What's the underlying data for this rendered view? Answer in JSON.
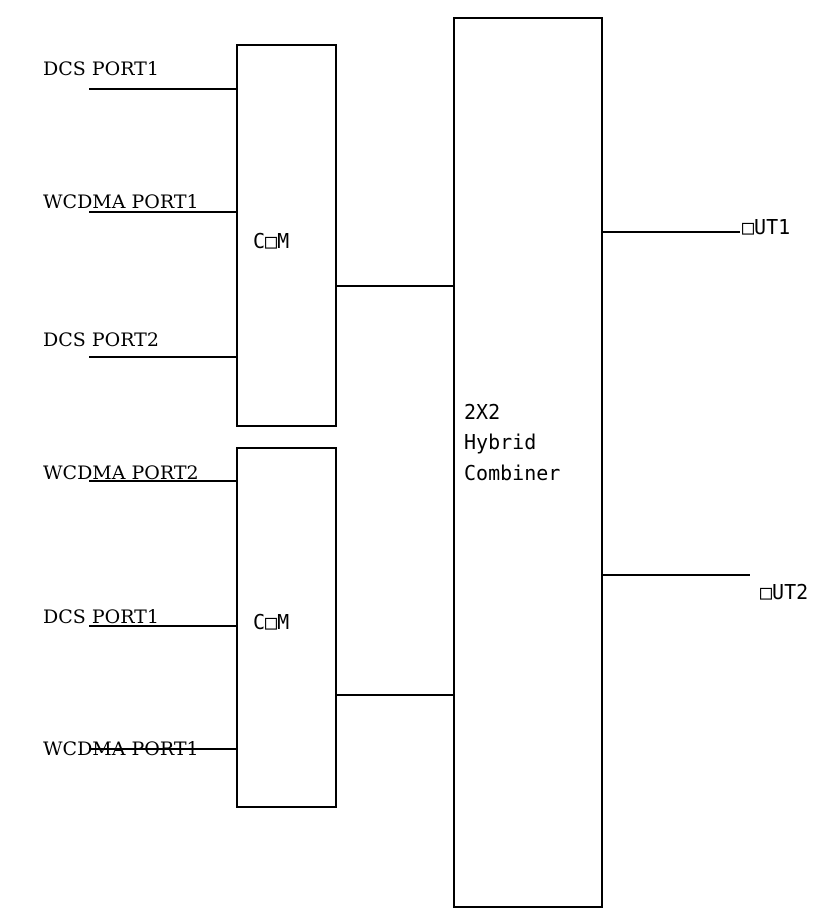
{
  "inputs_top": [
    "DCS PORT1",
    "WCDMA PORT1",
    "DCS PORT2"
  ],
  "inputs_bottom": [
    "WCDMA PORT2",
    "DCS PORT1",
    "WCDMA PORT1"
  ],
  "com_top_label": "C□M",
  "com_bottom_label": "C□M",
  "combiner_label_lines": [
    "2X2",
    "Hybrid",
    "Combiner"
  ],
  "outputs": [
    "□UT1",
    "□UT2"
  ]
}
